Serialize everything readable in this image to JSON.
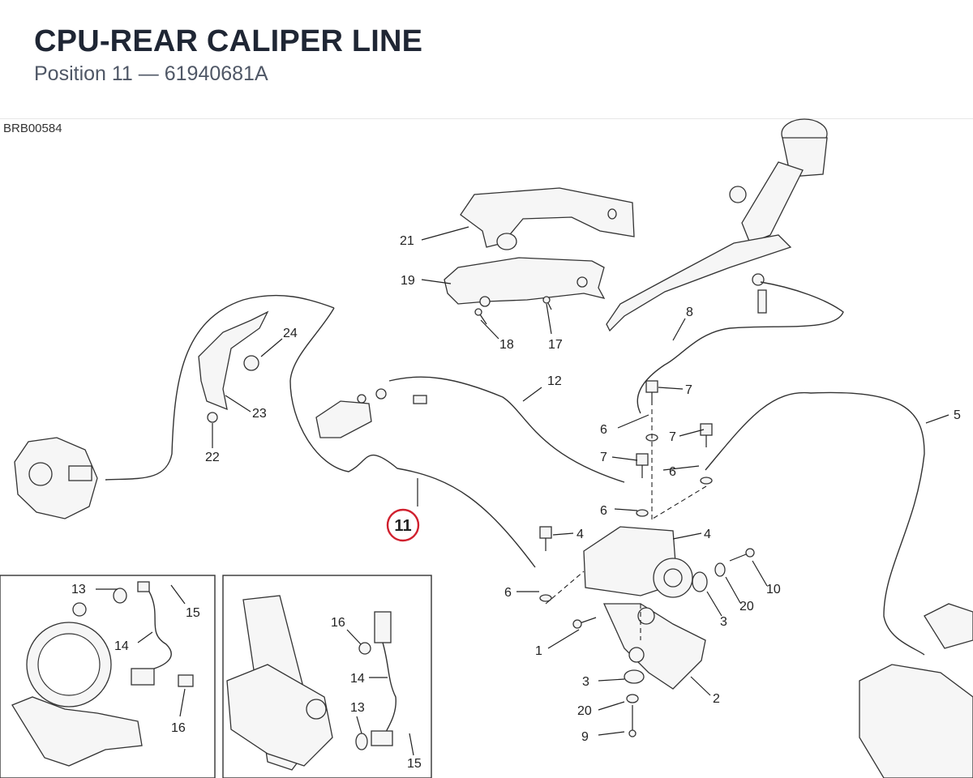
{
  "header": {
    "title": "CPU-REAR CALIPER LINE",
    "subtitle": "Position 11 — 61940681A"
  },
  "diagram": {
    "code": "BRB00584",
    "highlight": "11",
    "highlight_color": "#d0202e",
    "labels": {
      "l21": "21",
      "l19": "19",
      "l18": "18",
      "l17": "17",
      "l8": "8",
      "l24": "24",
      "l23": "23",
      "l22": "22",
      "l12": "12",
      "l7a": "7",
      "l6a": "6",
      "l7b": "7",
      "l6b": "6",
      "l7c": "7",
      "l6c": "6",
      "l5": "5",
      "l4a": "4",
      "l4b": "4",
      "l6d": "6",
      "l10": "10",
      "l20a": "20",
      "l3a": "3",
      "l1": "1",
      "l2": "2",
      "l3b": "3",
      "l20b": "20",
      "l9": "9",
      "i13a": "13",
      "i15a": "15",
      "i14a": "14",
      "i16a": "16",
      "i16b": "16",
      "i14b": "14",
      "i13b": "13",
      "i15b": "15"
    }
  }
}
